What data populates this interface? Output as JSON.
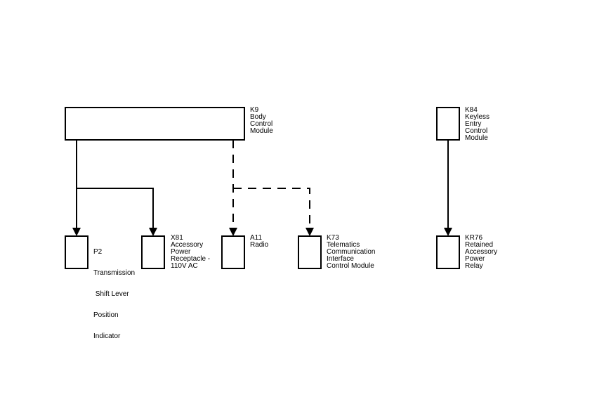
{
  "modules": {
    "k9": {
      "lines": [
        "K9",
        "Body",
        "Control",
        "Module"
      ]
    },
    "k84": {
      "lines": [
        "K84",
        "Keyless",
        "Entry",
        "Control",
        "Module"
      ]
    },
    "p2": {
      "lines": [
        "P2",
        "Transmission",
        " Shift Lever",
        "Position",
        "Indicator"
      ]
    },
    "x81": {
      "lines": [
        "X81",
        "Accessory",
        "Power",
        "Receptacle -",
        "110V AC"
      ]
    },
    "a11": {
      "lines": [
        "A11",
        "Radio"
      ]
    },
    "k73": {
      "lines": [
        "K73",
        "Telematics",
        "Communication",
        "Interface",
        "Control Module"
      ]
    },
    "kr76": {
      "lines": [
        "KR76",
        "Retained",
        "Accessory",
        "Power",
        "Relay"
      ]
    }
  },
  "connections": [
    {
      "from": "K9",
      "to": "P2",
      "style": "solid"
    },
    {
      "from": "K9",
      "to": "X81",
      "style": "solid"
    },
    {
      "from": "K9",
      "to": "A11",
      "style": "dashed"
    },
    {
      "from": "K9",
      "to": "K73",
      "style": "dashed"
    },
    {
      "from": "K84",
      "to": "KR76",
      "style": "solid"
    }
  ]
}
